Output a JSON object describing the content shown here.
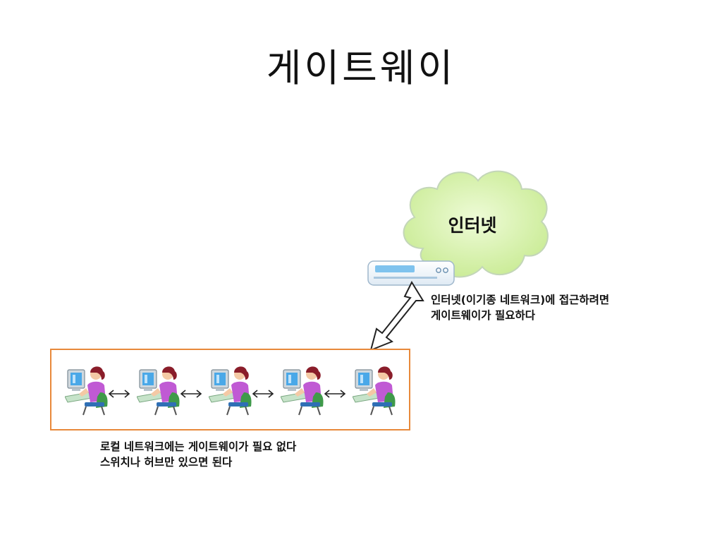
{
  "slide": {
    "title": "게이트웨이"
  },
  "internet": {
    "label": "인터넷",
    "note_lines": [
      "인터넷(이기종 네트워크)에 접근하려면",
      "게이트웨이가 필요하다"
    ]
  },
  "local_network": {
    "user_count": 5,
    "note_lines": [
      "로컬 네트워크에는 게이트웨이가 필요 없다",
      "스위치나 허브만 있으면 된다"
    ]
  },
  "colors": {
    "cloud_fill": "#d4f0a6",
    "cloud_stroke": "#c6d7bd",
    "lan_border": "#e8893a",
    "router_accent": "#7fc3ee",
    "person_shirt": "#c05ad4",
    "person_hair": "#8a1d2a",
    "chair": "#3f9a4a"
  },
  "icons": {
    "cloud": "cloud-icon",
    "router": "router-icon",
    "user": "user-at-computer-icon",
    "bidirectional_arrow": "double-arrow-icon"
  }
}
